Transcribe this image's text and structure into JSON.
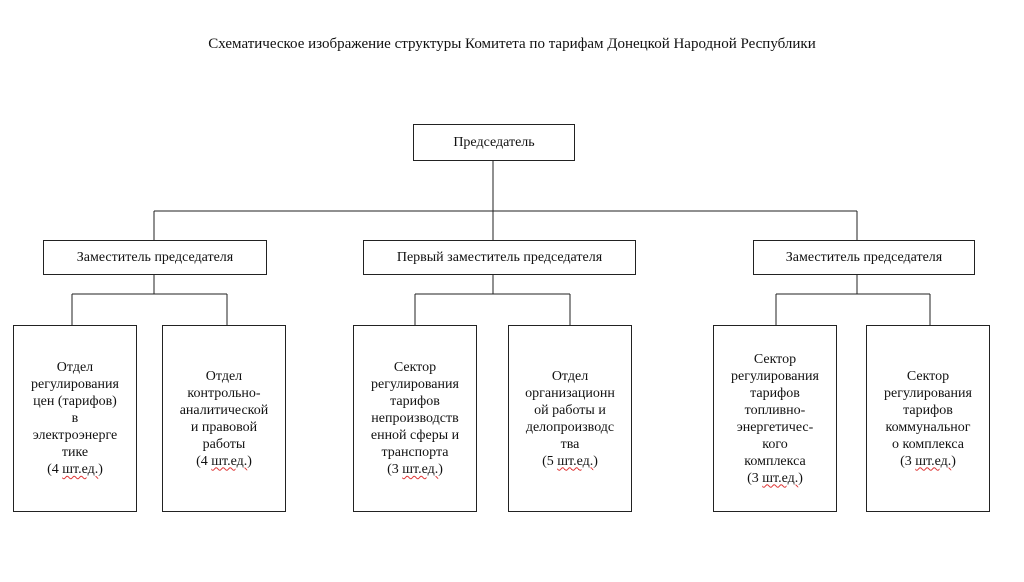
{
  "title": "Схематическое изображение структуры Комитета по тарифам Донецкой Народной Республики",
  "chairman": "Председатель",
  "deputies": {
    "left": "Заместитель председателя",
    "center": "Первый заместитель председателя",
    "right": "Заместитель председателя"
  },
  "departments": {
    "d1": {
      "lines": [
        "Отдел",
        "регулирования",
        "цен (тарифов)",
        "в",
        "электроэнерге",
        "тике"
      ],
      "staff_num": "(4 ",
      "staff_unit": "шт.ед.",
      "staff_end": ")"
    },
    "d2": {
      "lines": [
        "Отдел",
        "контрольно-",
        "аналитической",
        "и правовой",
        "работы"
      ],
      "staff_num": "(4 ",
      "staff_unit": "шт.ед.",
      "staff_end": ")"
    },
    "d3": {
      "lines": [
        "Сектор",
        "регулирования",
        "тарифов",
        "непроизводств",
        "енной сферы и",
        "транспорта"
      ],
      "staff_num": "(3 ",
      "staff_unit": "шт.ед.",
      "staff_end": ")"
    },
    "d4": {
      "lines": [
        "Отдел",
        "организационн",
        "ой работы и",
        "делопроизводс",
        "тва"
      ],
      "staff_num": "(5 ",
      "staff_unit": "шт.ед.",
      "staff_end": ")"
    },
    "d5": {
      "lines": [
        "Сектор",
        "регулирования",
        "тарифов",
        "топливно-",
        "энергетичес-",
        "кого",
        "комплекса"
      ],
      "staff_num": "(3 ",
      "staff_unit": "шт.ед.",
      "staff_end": ")"
    },
    "d6": {
      "lines": [
        "Сектор",
        "регулирования",
        "тарифов",
        "коммунальног",
        "о комплекса"
      ],
      "staff_num": "(3 ",
      "staff_unit": "шт.ед.",
      "staff_end": ")"
    }
  }
}
